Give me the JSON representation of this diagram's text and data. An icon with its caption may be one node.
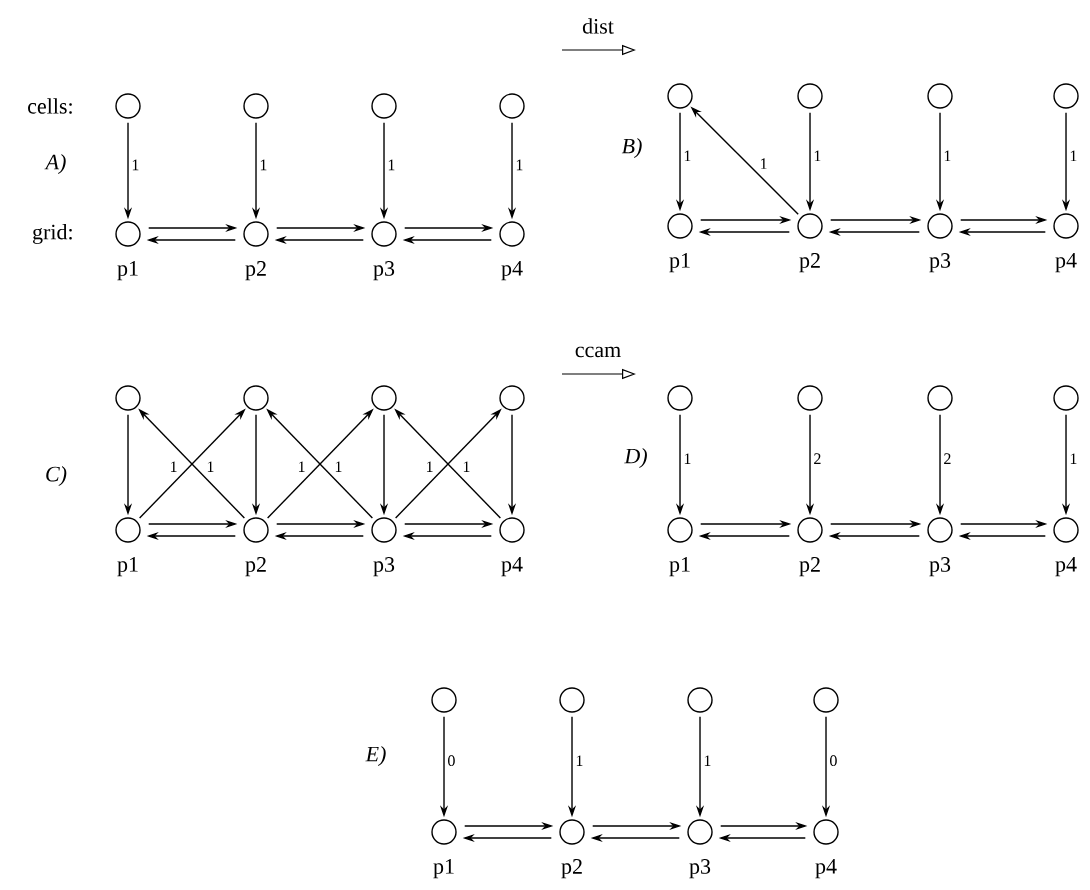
{
  "diagram": {
    "nodes": [
      {
        "text": [],
        "shape": "circle"
      },
      {
        "text": [],
        "shape": "circle"
      },
      {
        "text": [],
        "shape": "circle"
      },
      {
        "text": [],
        "shape": "circle"
      },
      {
        "text": [],
        "shape": "circle",
        "beside": [
          "p1"
        ]
      },
      {
        "text": [],
        "shape": "circle",
        "beside": [
          "p2"
        ]
      },
      {
        "text": [],
        "shape": "circle",
        "beside": [
          "p3"
        ]
      },
      {
        "text": [],
        "shape": "circle",
        "beside": [
          "p4"
        ]
      },
      {
        "text": [],
        "shape": "circle"
      },
      {
        "text": [],
        "shape": "circle"
      },
      {
        "text": [],
        "shape": "circle"
      },
      {
        "text": [],
        "shape": "circle"
      },
      {
        "text": [],
        "shape": "circle",
        "beside": [
          "p1"
        ]
      },
      {
        "text": [],
        "shape": "circle",
        "beside": [
          "p2"
        ]
      },
      {
        "text": [],
        "shape": "circle",
        "beside": [
          "p3"
        ]
      },
      {
        "text": [],
        "shape": "circle",
        "beside": [
          "p4"
        ]
      },
      {
        "text": [],
        "shape": "circle"
      },
      {
        "text": [],
        "shape": "circle"
      },
      {
        "text": [],
        "shape": "circle"
      },
      {
        "text": [],
        "shape": "circle"
      },
      {
        "text": [],
        "shape": "circle",
        "beside": [
          "p1"
        ]
      },
      {
        "text": [],
        "shape": "circle",
        "beside": [
          "p2"
        ]
      },
      {
        "text": [],
        "shape": "circle",
        "beside": [
          "p3"
        ]
      },
      {
        "text": [],
        "shape": "circle",
        "beside": [
          "p4"
        ]
      },
      {
        "text": [],
        "shape": "circle"
      },
      {
        "text": [],
        "shape": "circle"
      },
      {
        "text": [],
        "shape": "circle"
      },
      {
        "text": [],
        "shape": "circle"
      },
      {
        "text": [],
        "shape": "circle",
        "beside": [
          "p1"
        ]
      },
      {
        "text": [],
        "shape": "circle",
        "beside": [
          "p2"
        ]
      },
      {
        "text": [],
        "shape": "circle",
        "beside": [
          "p3"
        ]
      },
      {
        "text": [],
        "shape": "circle",
        "beside": [
          "p4"
        ]
      },
      {
        "text": [],
        "shape": "circle"
      },
      {
        "text": [],
        "shape": "circle"
      },
      {
        "text": [],
        "shape": "circle"
      },
      {
        "text": [],
        "shape": "circle"
      },
      {
        "text": [],
        "shape": "circle",
        "beside": [
          "p1"
        ]
      },
      {
        "text": [],
        "shape": "circle",
        "beside": [
          "p2"
        ]
      },
      {
        "text": [],
        "shape": "circle",
        "beside": [
          "p3"
        ]
      },
      {
        "text": [],
        "shape": "circle",
        "beside": [
          "p4"
        ]
      }
    ],
    "edges": [
      {
        "from": 0,
        "to": 4,
        "arrow": "to",
        "label": "1"
      },
      {
        "from": 1,
        "to": 5,
        "arrow": "to",
        "label": "1"
      },
      {
        "from": 2,
        "to": 6,
        "arrow": "to",
        "label": "1"
      },
      {
        "from": 3,
        "to": 7,
        "arrow": "to",
        "label": "1"
      },
      {
        "from": 4,
        "to": 5,
        "arrow": "to"
      },
      {
        "from": 5,
        "to": 4,
        "arrow": "to"
      },
      {
        "from": 5,
        "to": 6,
        "arrow": "to"
      },
      {
        "from": 6,
        "to": 5,
        "arrow": "to"
      },
      {
        "from": 6,
        "to": 7,
        "arrow": "to"
      },
      {
        "from": 7,
        "to": 6,
        "arrow": "to"
      },
      {
        "from": 8,
        "to": 12,
        "arrow": "to",
        "label": "1"
      },
      {
        "from": 13,
        "to": 8,
        "arrow": "to",
        "label": "1"
      },
      {
        "from": 9,
        "to": 13,
        "arrow": "to",
        "label": "1"
      },
      {
        "from": 10,
        "to": 14,
        "arrow": "to",
        "label": "1"
      },
      {
        "from": 11,
        "to": 15,
        "arrow": "to",
        "label": "1"
      },
      {
        "from": 12,
        "to": 13,
        "arrow": "to"
      },
      {
        "from": 13,
        "to": 12,
        "arrow": "to"
      },
      {
        "from": 13,
        "to": 14,
        "arrow": "to"
      },
      {
        "from": 14,
        "to": 13,
        "arrow": "to"
      },
      {
        "from": 14,
        "to": 15,
        "arrow": "to"
      },
      {
        "from": 15,
        "to": 14,
        "arrow": "to"
      },
      {
        "from": 16,
        "to": 20,
        "arrow": "to"
      },
      {
        "from": 17,
        "to": 21,
        "arrow": "to"
      },
      {
        "from": 18,
        "to": 22,
        "arrow": "to"
      },
      {
        "from": 19,
        "to": 23,
        "arrow": "to"
      },
      {
        "from": 20,
        "to": 17,
        "arrow": "to",
        "label": "1"
      },
      {
        "from": 21,
        "to": 16,
        "arrow": "to",
        "label": "1"
      },
      {
        "from": 21,
        "to": 18,
        "arrow": "to",
        "label": "1"
      },
      {
        "from": 22,
        "to": 17,
        "arrow": "to",
        "label": "1"
      },
      {
        "from": 22,
        "to": 19,
        "arrow": "to",
        "label": "1"
      },
      {
        "from": 23,
        "to": 18,
        "arrow": "to",
        "label": "1"
      },
      {
        "from": 20,
        "to": 21,
        "arrow": "to"
      },
      {
        "from": 21,
        "to": 20,
        "arrow": "to"
      },
      {
        "from": 21,
        "to": 22,
        "arrow": "to"
      },
      {
        "from": 22,
        "to": 21,
        "arrow": "to"
      },
      {
        "from": 22,
        "to": 23,
        "arrow": "to"
      },
      {
        "from": 23,
        "to": 22,
        "arrow": "to"
      },
      {
        "from": 24,
        "to": 28,
        "arrow": "to",
        "label": "1"
      },
      {
        "from": 25,
        "to": 29,
        "arrow": "to",
        "label": "2"
      },
      {
        "from": 26,
        "to": 30,
        "arrow": "to",
        "label": "2"
      },
      {
        "from": 27,
        "to": 31,
        "arrow": "to",
        "label": "1"
      },
      {
        "from": 28,
        "to": 29,
        "arrow": "to"
      },
      {
        "from": 29,
        "to": 28,
        "arrow": "to"
      },
      {
        "from": 29,
        "to": 30,
        "arrow": "to"
      },
      {
        "from": 30,
        "to": 29,
        "arrow": "to"
      },
      {
        "from": 30,
        "to": 31,
        "arrow": "to"
      },
      {
        "from": 31,
        "to": 30,
        "arrow": "to"
      },
      {
        "from": 32,
        "to": 36,
        "arrow": "to",
        "label": "0"
      },
      {
        "from": 33,
        "to": 37,
        "arrow": "to",
        "label": "1"
      },
      {
        "from": 34,
        "to": 38,
        "arrow": "to",
        "label": "1"
      },
      {
        "from": 35,
        "to": 39,
        "arrow": "to",
        "label": "0"
      },
      {
        "from": 36,
        "to": 37,
        "arrow": "to"
      },
      {
        "from": 37,
        "to": 36,
        "arrow": "to"
      },
      {
        "from": 37,
        "to": 38,
        "arrow": "to"
      },
      {
        "from": 38,
        "to": 37,
        "arrow": "to"
      },
      {
        "from": 38,
        "to": 39,
        "arrow": "to"
      },
      {
        "from": 39,
        "to": 38,
        "arrow": "to"
      }
    ],
    "labels": [
      "cells:",
      "grid:",
      "A)",
      "dist",
      "B)",
      "C)",
      "ccam",
      "D)",
      "E)"
    ]
  }
}
